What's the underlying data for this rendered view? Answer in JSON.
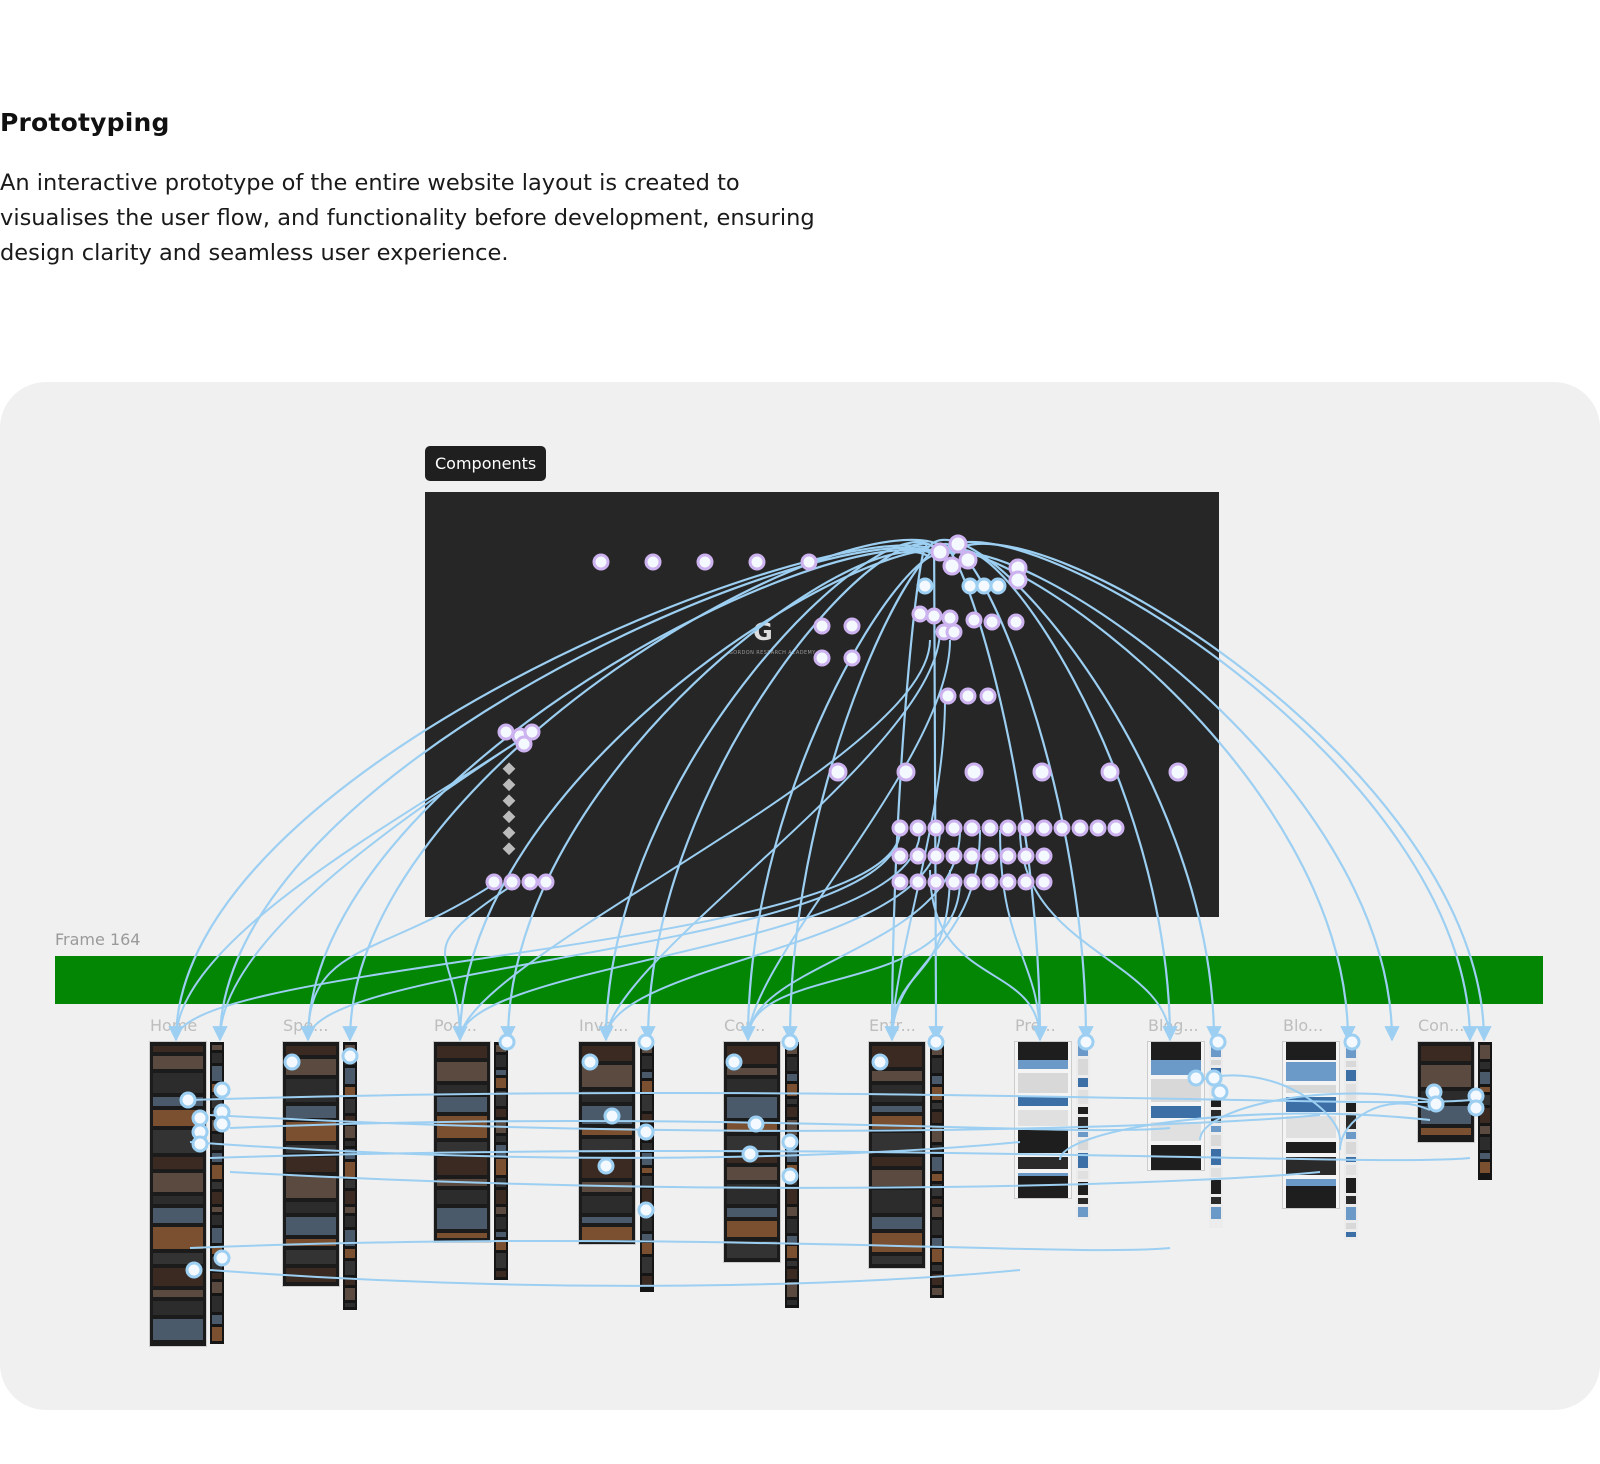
{
  "section": {
    "title": "Prototyping",
    "description": "An interactive prototype of the entire website layout is created to visualises the user flow, and functionality before development, ensuring design clarity and seamless user experience."
  },
  "canvas": {
    "components_label": "Components",
    "frame_label": "Frame 164",
    "logo_glyph": "G",
    "logo_text": "GORDON RESEARCH ACADEMY",
    "pages": [
      {
        "label": "Home",
        "theme": "dark"
      },
      {
        "label": "Spe...",
        "theme": "dark"
      },
      {
        "label": "Poc...",
        "theme": "dark"
      },
      {
        "label": "Inve...",
        "theme": "dark"
      },
      {
        "label": "Cor...",
        "theme": "dark"
      },
      {
        "label": "Entr...",
        "theme": "dark"
      },
      {
        "label": "Pre...",
        "theme": "light"
      },
      {
        "label": "Blog...",
        "theme": "light"
      },
      {
        "label": "Blo...",
        "theme": "light"
      },
      {
        "label": "Con...",
        "theme": "dark"
      }
    ]
  },
  "colors": {
    "connector": "#9ccff2",
    "hotspot_fill": "#f4f8ff",
    "hotspot_ring": "#9ccff2",
    "component_hotspot": "#ccb2ef",
    "frame_band": "#038603",
    "canvas_bg": "#f0f0f0",
    "components_bg": "#262626"
  }
}
